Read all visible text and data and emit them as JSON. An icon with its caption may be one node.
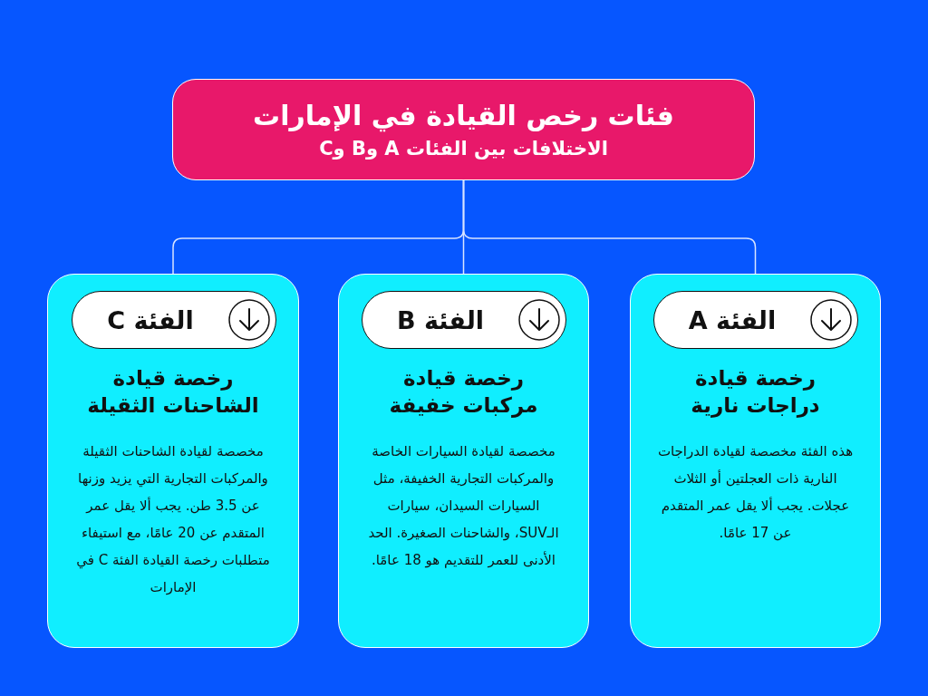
{
  "diagram": {
    "nodes": [
      {
        "text": [
          "فئات رخص القيادة في الإمارات",
          "الاختلافات بين الفئات A وB وC"
        ]
      },
      {
        "text": [
          "رخصة قيادة دراجات نارية",
          "هذه الفئة مخصصة لقيادة الدراجات النارية ذات العجلتين أو الثلاث عجلات. يجب ألا يقل عمر المتقدم عن 17 عامًا."
        ]
      },
      {
        "text": [
          "الفئة A"
        ],
        "in": 1
      },
      {
        "text": [
          "رخصة قيادة مركبات خفيفة",
          "مخصصة لقيادة السيارات الخاصة والمركبات التجارية الخفيفة، مثل السيارات السيدان، سيارات الـSUV، والشاحنات الصغيرة. الحد الأدنى للعمر للتقديم هو 18 عامًا."
        ]
      },
      {
        "text": [
          "الفئة B"
        ],
        "in": 3
      },
      {
        "text": [
          "رخصة قيادة الشاحنات الثقيلة",
          "مخصصة لقيادة الشاحنات الثقيلة والمركبات التجارية التي يزيد وزنها عن 3.5 طن. يجب ألا يقل عمر المتقدم عن 20 عامًا، مع استيفاء متطلبات رخصة القيادة الفئة C في الإمارات"
        ]
      },
      {
        "text": [
          "الفئة C"
        ],
        "in": 5
      }
    ],
    "edges": [
      {
        "from": 0,
        "to": 1,
        "arrow": "none"
      },
      {
        "from": 0,
        "to": 3,
        "arrow": "none"
      },
      {
        "from": 0,
        "to": 5,
        "arrow": "none"
      }
    ]
  }
}
